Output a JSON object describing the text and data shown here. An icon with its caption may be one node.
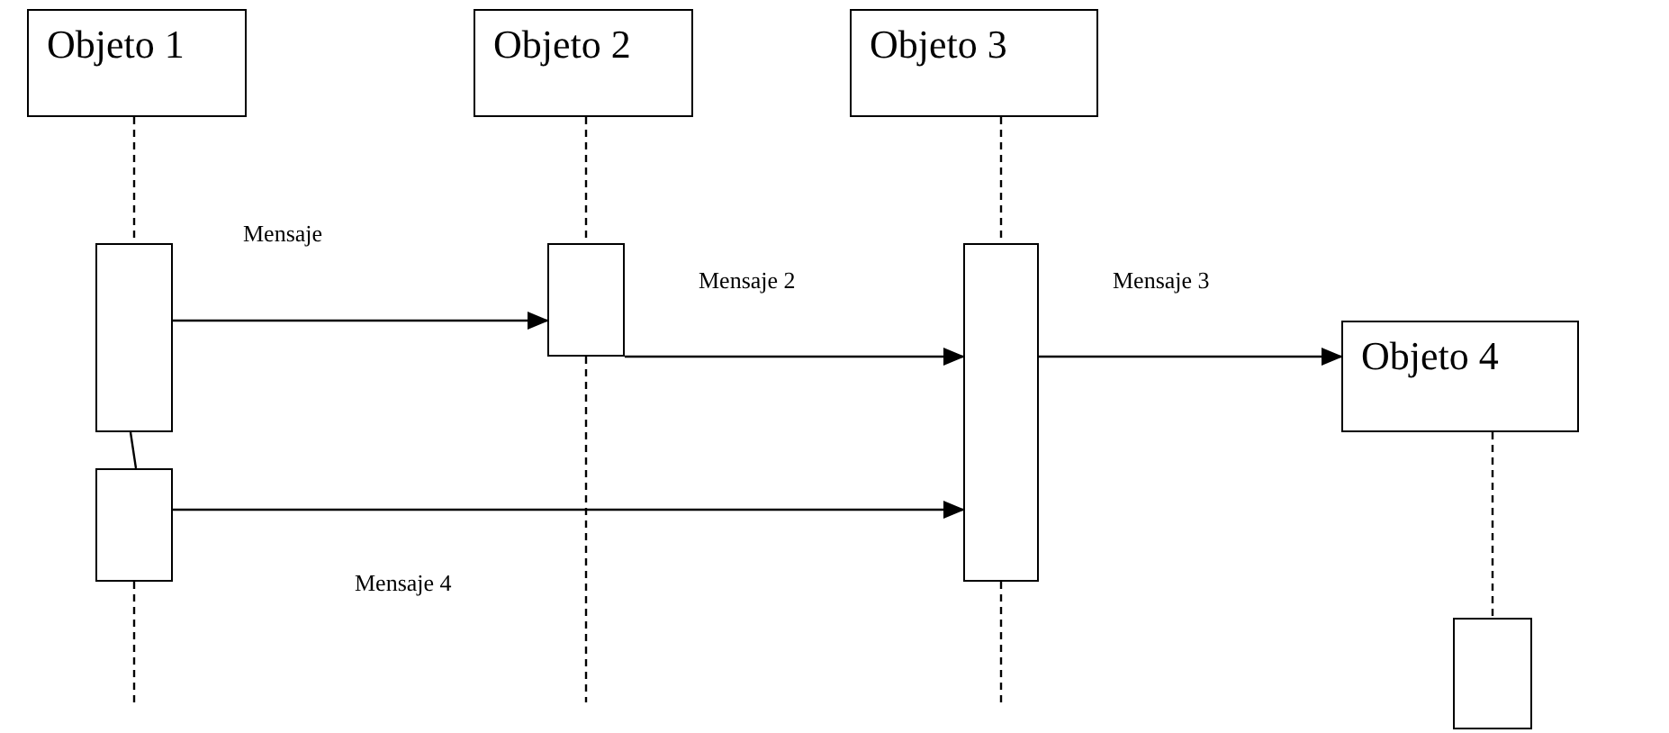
{
  "diagram": {
    "nodes": [
      {
        "text": [
          "Objeto 1"
        ]
      },
      {
        "text": [
          "Objeto 2"
        ]
      },
      {
        "text": [
          "Objeto 3"
        ]
      },
      {
        "text": [],
        "shape": "bar"
      },
      {
        "text": [],
        "shape": "bar"
      },
      {
        "text": [],
        "shape": "bar"
      },
      {
        "text": [],
        "shape": "bar"
      },
      {
        "text": [
          "Objeto 4"
        ]
      },
      {
        "text": [],
        "shape": "bar"
      }
    ],
    "edges": [
      {
        "from": 3,
        "to": 5,
        "arrow": "to",
        "label": "Mensaje"
      },
      {
        "from": 5,
        "to": 6,
        "arrow": "to",
        "label": "Mensaje 2"
      },
      {
        "from": 6,
        "to": 7,
        "arrow": "to",
        "label": "Mensaje 3"
      },
      {
        "from": 4,
        "to": 6,
        "arrow": "to",
        "label": "Mensaje 4"
      },
      {
        "from": 0,
        "to": 3,
        "arrow": "none",
        "style": "dashed"
      },
      {
        "from": 3,
        "to": 4,
        "arrow": "none"
      },
      {
        "from": 4,
        "to": null,
        "arrow": "none",
        "style": "dashed"
      },
      {
        "from": 1,
        "to": 5,
        "arrow": "none",
        "style": "dashed"
      },
      {
        "from": 5,
        "to": null,
        "arrow": "none",
        "style": "dashed"
      },
      {
        "from": 2,
        "to": 6,
        "arrow": "none",
        "style": "dashed"
      },
      {
        "from": 6,
        "to": null,
        "arrow": "none",
        "style": "dashed"
      },
      {
        "from": 7,
        "to": 8,
        "arrow": "none",
        "style": "dashed"
      }
    ]
  }
}
